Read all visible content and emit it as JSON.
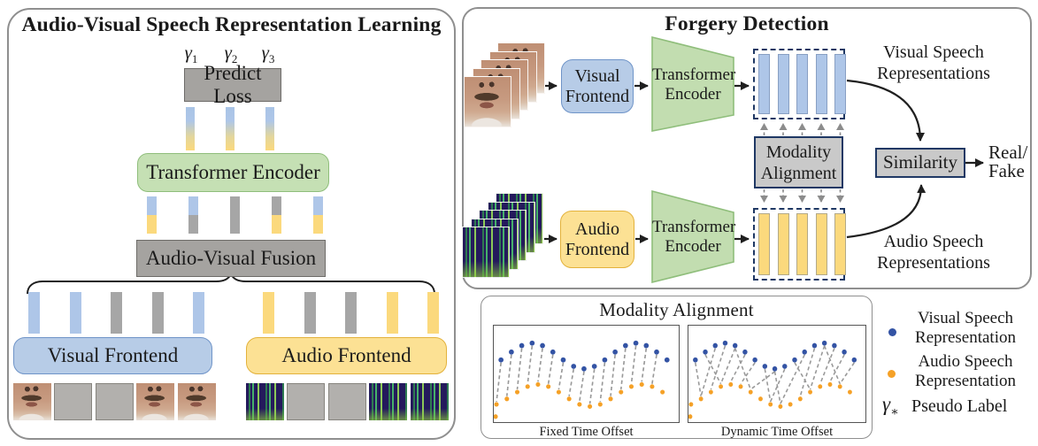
{
  "colors": {
    "bar_blue": "#aec6e8",
    "bar_yellow": "#fbd97d",
    "bar_gray": "#a6a6a6",
    "box_gray_fill": "#a5a3a0",
    "green_fill": "#c5e0b4",
    "blue_fill": "#b7cce7",
    "yellow_fill": "#fce194",
    "navy_border": "#1f3864",
    "dot_blue": "#3353a4",
    "dot_orange": "#f5a127"
  },
  "left_panel": {
    "title": "Audio-Visual Speech Representation Learning",
    "gammas": [
      {
        "base": "γ",
        "sub": "1"
      },
      {
        "base": "γ",
        "sub": "2"
      },
      {
        "base": "γ",
        "sub": "3"
      }
    ],
    "predict_loss_label": "Predict Loss",
    "transformer_encoder_label": "Transformer Encoder",
    "fusion_label": "Audio-Visual Fusion",
    "visual_frontend_label": "Visual Frontend",
    "audio_frontend_label": "Audio Frontend",
    "predict_bars": [
      "gradient",
      "gradient",
      "gradient"
    ],
    "mid_bars": [
      [
        "blue",
        "yellow"
      ],
      [
        "blue",
        "gray"
      ],
      [
        "gray",
        "gray"
      ],
      [
        "gray",
        "yellow"
      ],
      [
        "blue",
        "yellow"
      ]
    ],
    "visual_token_bars": [
      "blue",
      "blue",
      "gray",
      "gray",
      "blue"
    ],
    "audio_token_bars": [
      "yellow",
      "gray",
      "gray",
      "yellow",
      "yellow"
    ],
    "visual_inputs": [
      "face",
      "masked",
      "masked",
      "face",
      "face"
    ],
    "audio_inputs": [
      "spectrogram",
      "masked",
      "masked",
      "spectrogram",
      "spectrogram"
    ]
  },
  "right_panel": {
    "title": "Forgery Detection",
    "visual_frontend_label": [
      "Visual",
      "Frontend"
    ],
    "audio_frontend_label": [
      "Audio",
      "Frontend"
    ],
    "visual_encoder_label": [
      "Transformer",
      "Encoder"
    ],
    "audio_encoder_label": [
      "Transformer",
      "Encoder"
    ],
    "modality_alignment_label": [
      "Modality",
      "Alignment"
    ],
    "similarity_label": "Similarity",
    "output_label": [
      "Real/",
      "Fake"
    ],
    "visual_reps_label": [
      "Visual Speech",
      "Representations"
    ],
    "audio_reps_label": [
      "Audio Speech",
      "Representations"
    ],
    "visual_rep_bars": [
      "blue",
      "blue",
      "blue",
      "blue",
      "blue"
    ],
    "audio_rep_bars": [
      "yellow",
      "yellow",
      "yellow",
      "yellow",
      "yellow"
    ]
  },
  "alignment_panel": {
    "title": "Modality Alignment",
    "plots": [
      {
        "label": "Fixed Time Offset",
        "blue_points": [
          [
            8,
            37.3
          ],
          [
            19.5,
            28.7
          ],
          [
            31,
            21.7
          ],
          [
            42.5,
            19
          ],
          [
            54,
            21.7
          ],
          [
            65.5,
            28.7
          ],
          [
            77,
            37.3
          ],
          [
            88.5,
            44.3
          ],
          [
            100,
            47
          ],
          [
            111.5,
            44.3
          ],
          [
            123,
            37.3
          ],
          [
            134.5,
            28.7
          ],
          [
            146,
            21.7
          ],
          [
            157.5,
            19
          ],
          [
            169,
            21.7
          ],
          [
            180.5,
            28.7
          ],
          [
            192,
            37.3
          ]
        ],
        "orange_points": [
          [
            3,
            85.7
          ],
          [
            14.5,
            79.7
          ],
          [
            26,
            72.3
          ],
          [
            37.5,
            66.3
          ],
          [
            49,
            64
          ],
          [
            60.5,
            66.3
          ],
          [
            72,
            72.3
          ],
          [
            83.5,
            79.7
          ],
          [
            95,
            85.7
          ],
          [
            106.5,
            88
          ],
          [
            118,
            85.7
          ],
          [
            129.5,
            79.7
          ],
          [
            141,
            72.3
          ],
          [
            152.5,
            66.3
          ],
          [
            164,
            64
          ],
          [
            175.5,
            66.3
          ],
          [
            187,
            72.3
          ]
        ],
        "extra_orange": [
          [
            2,
            99
          ]
        ],
        "connections": [
          [
            0,
            0
          ],
          [
            1,
            1
          ],
          [
            2,
            2
          ],
          [
            3,
            3
          ],
          [
            4,
            4
          ],
          [
            5,
            5
          ],
          [
            6,
            6
          ],
          [
            7,
            7
          ],
          [
            8,
            8
          ],
          [
            9,
            9
          ],
          [
            10,
            10
          ],
          [
            11,
            11
          ],
          [
            12,
            12
          ],
          [
            13,
            13
          ],
          [
            14,
            14
          ],
          [
            15,
            15
          ]
        ]
      },
      {
        "label": "Dynamic Time Offset",
        "blue_points": [
          [
            8,
            37.3
          ],
          [
            19.5,
            28.7
          ],
          [
            31,
            21.7
          ],
          [
            42.5,
            19
          ],
          [
            54,
            21.7
          ],
          [
            65.5,
            28.7
          ],
          [
            77,
            37.3
          ],
          [
            88.5,
            44.3
          ],
          [
            100,
            47
          ],
          [
            111.5,
            44.3
          ],
          [
            123,
            37.3
          ],
          [
            134.5,
            28.7
          ],
          [
            146,
            21.7
          ],
          [
            157.5,
            19
          ],
          [
            169,
            21.7
          ],
          [
            180.5,
            28.7
          ],
          [
            192,
            37.3
          ]
        ],
        "orange_points": [
          [
            3,
            85.7
          ],
          [
            14.5,
            79.7
          ],
          [
            26,
            72.3
          ],
          [
            37.5,
            66.3
          ],
          [
            49,
            64
          ],
          [
            60.5,
            66.3
          ],
          [
            72,
            72.3
          ],
          [
            83.5,
            79.7
          ],
          [
            95,
            85.7
          ],
          [
            106.5,
            88
          ],
          [
            118,
            85.7
          ],
          [
            129.5,
            79.7
          ],
          [
            141,
            72.3
          ],
          [
            152.5,
            66.3
          ],
          [
            164,
            64
          ],
          [
            175.5,
            66.3
          ],
          [
            187,
            72.3
          ]
        ],
        "extra_orange": [
          [
            2,
            99
          ]
        ],
        "connections": [
          [
            0,
            1
          ],
          [
            1,
            3
          ],
          [
            2,
            1
          ],
          [
            3,
            2
          ],
          [
            4,
            3
          ],
          [
            4,
            6
          ],
          [
            5,
            4
          ],
          [
            6,
            5
          ],
          [
            7,
            8
          ],
          [
            8,
            6
          ],
          [
            8,
            9
          ],
          [
            9,
            8
          ],
          [
            10,
            12
          ],
          [
            11,
            9
          ],
          [
            12,
            11
          ],
          [
            13,
            12
          ],
          [
            13,
            15
          ],
          [
            14,
            13
          ],
          [
            15,
            14
          ],
          [
            16,
            15
          ]
        ]
      }
    ],
    "legend": [
      {
        "marker": "blue-dot",
        "lines": [
          "Visual Speech",
          "Representation"
        ]
      },
      {
        "marker": "orange-dot",
        "lines": [
          "Audio Speech",
          "Representation"
        ]
      },
      {
        "marker": "gamma",
        "symbol": {
          "base": "γ",
          "sub": "∗"
        },
        "lines": [
          "Pseudo Label"
        ]
      }
    ]
  }
}
